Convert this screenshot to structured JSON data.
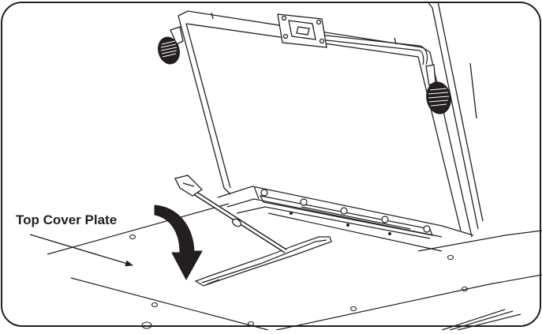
{
  "callout": {
    "label": "Top Cover Plate"
  },
  "colors": {
    "line": "#231f20",
    "background": "#ffffff"
  },
  "icons": {
    "arrow": "black-curved-arrow",
    "pointer": "straight-leader-arrow"
  }
}
